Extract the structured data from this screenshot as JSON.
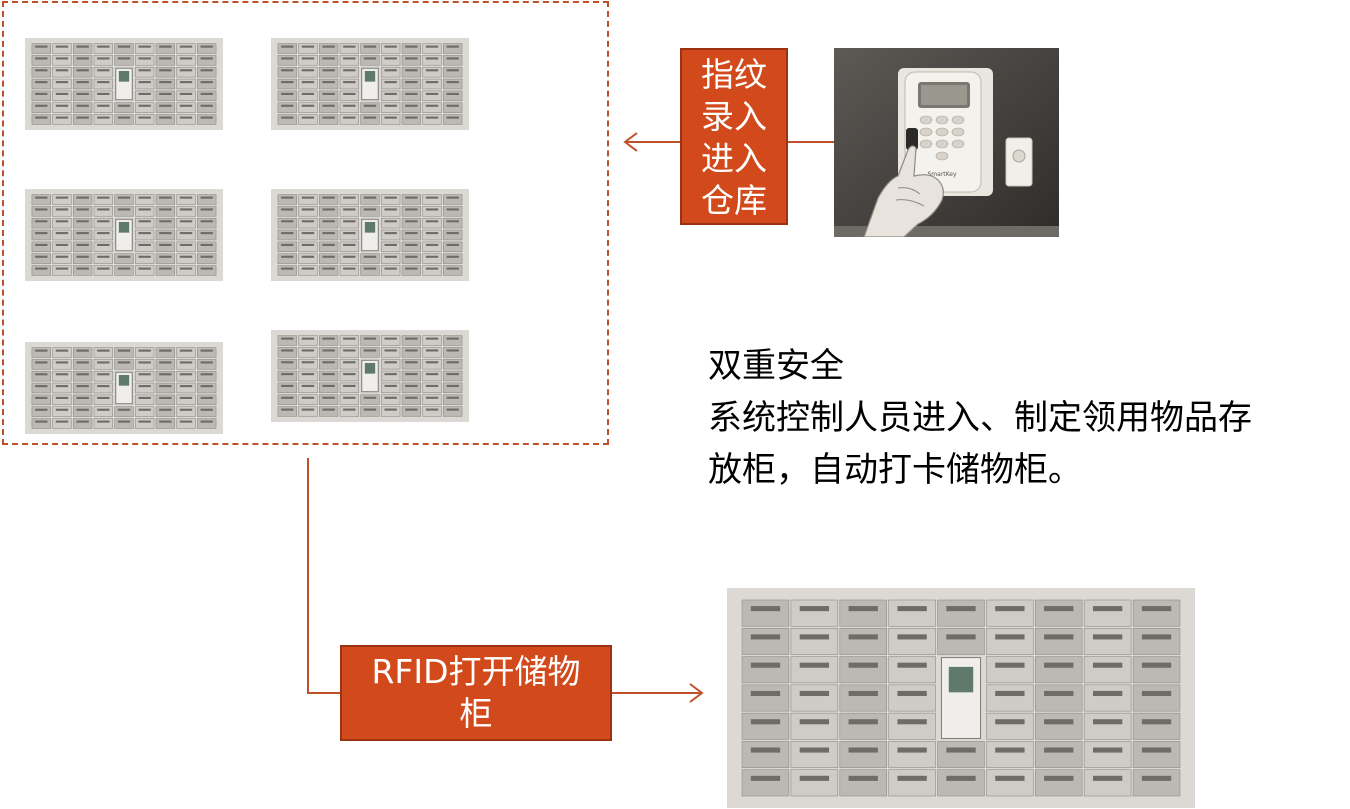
{
  "fingerprint_box": {
    "lines": [
      "指纹",
      "录入",
      "进入",
      "仓库"
    ]
  },
  "rfid_box": {
    "lines": [
      "RFID打开储物",
      "柜"
    ]
  },
  "description": {
    "title": "双重安全",
    "line1": "系统控制人员进入、制定领用物品存",
    "line2": "放柜，自动打卡储物柜。"
  },
  "device_photo": {
    "brand_label": "SmartKey"
  },
  "colors": {
    "accent": "#d24a1b",
    "connector": "#c0502c",
    "dashed_border": "#c0502c"
  }
}
